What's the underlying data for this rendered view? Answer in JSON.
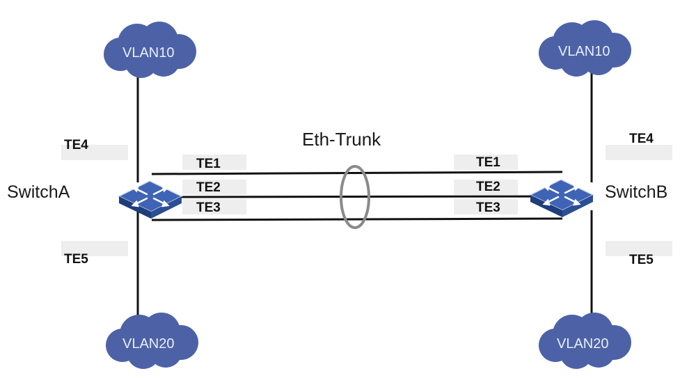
{
  "trunk": {
    "label": "Eth-Trunk"
  },
  "switches": {
    "a": {
      "name": "SwitchA"
    },
    "b": {
      "name": "SwitchB"
    }
  },
  "clouds": {
    "a_top": "VLAN10",
    "a_bottom": "VLAN20",
    "b_top": "VLAN10",
    "b_bottom": "VLAN20"
  },
  "ports": {
    "a": {
      "up": "TE4",
      "down": "TE5",
      "link1": "TE1",
      "link2": "TE2",
      "link3": "TE3"
    },
    "b": {
      "up": "TE4",
      "down": "TE5",
      "link1": "TE1",
      "link2": "TE2",
      "link3": "TE3"
    }
  },
  "colors": {
    "cloud": "#4d62a6",
    "line": "#111111",
    "trunk_ring": "#8a8a8a",
    "switch_face": "#3f64b5",
    "label_band": "#eeeeee"
  }
}
